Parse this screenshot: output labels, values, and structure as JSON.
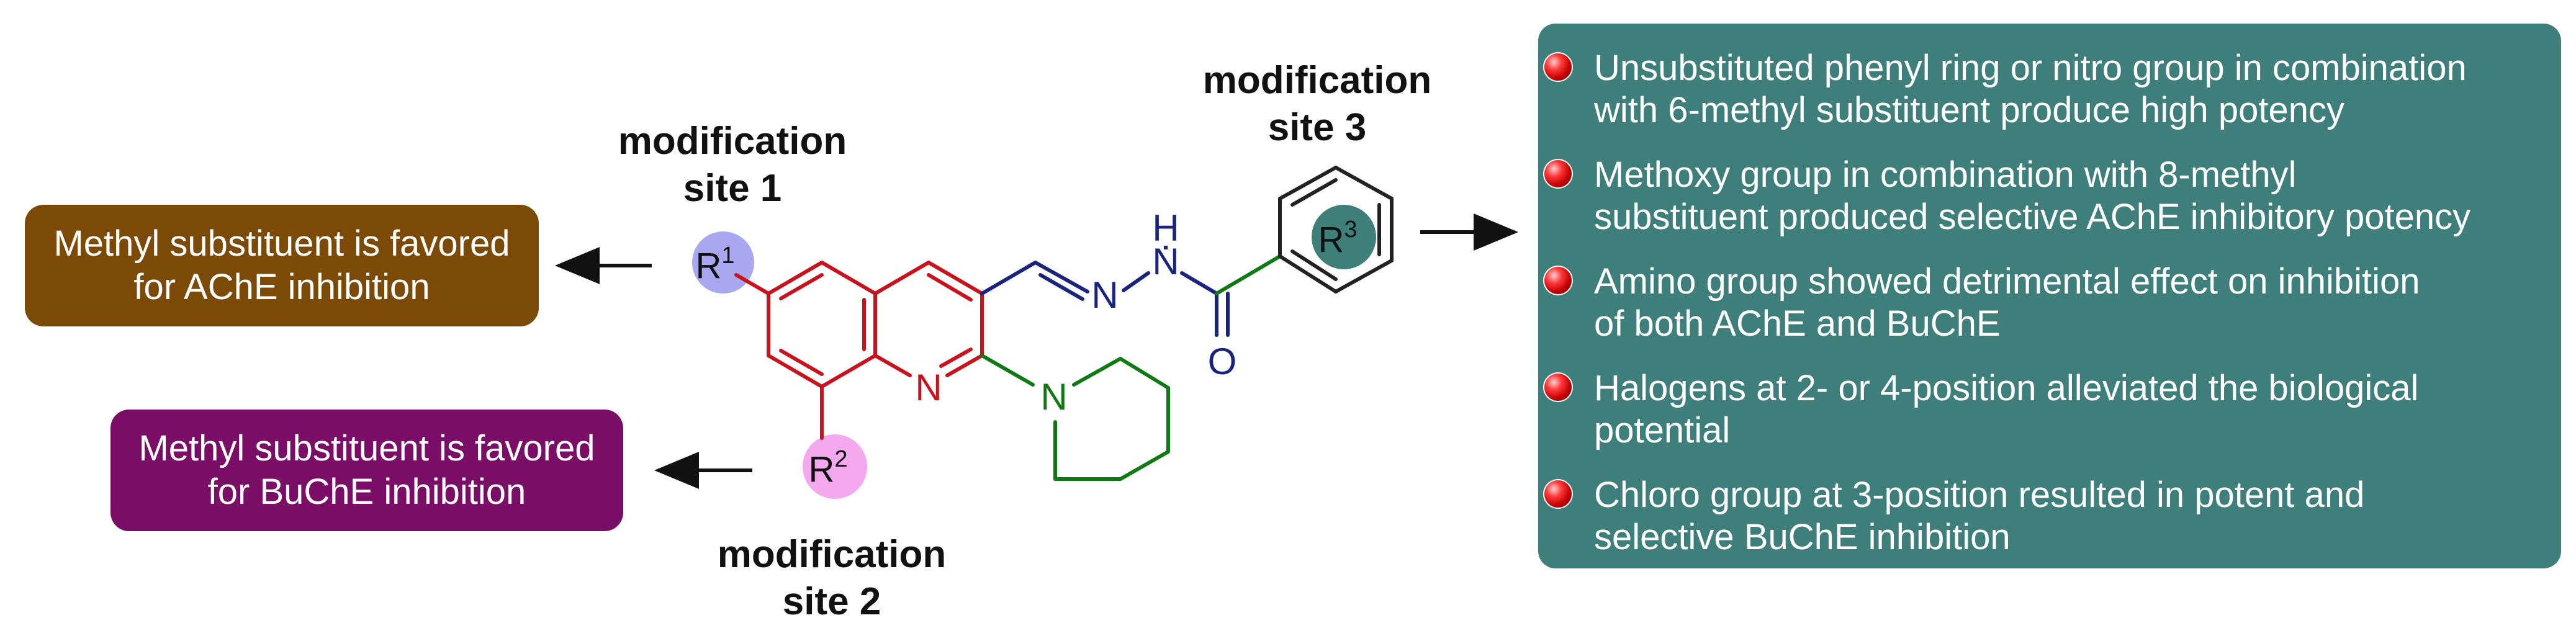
{
  "colors": {
    "brown_box": "#7a4a06",
    "purple_box": "#7a0e67",
    "teal_panel": "#3f7f7b",
    "quinoline_red": "#c8121e",
    "hydrazone_blue": "#1a237e",
    "piperidine_green": "#0f7a14",
    "benzoyl_dark": "#222222",
    "r1_circle": "#a9a7ef",
    "r2_circle": "#f4a8ee",
    "r3_circle": "#3e7f79"
  },
  "boxes": {
    "methyl_ache": {
      "line1": "Methyl substituent is favored",
      "line2": "for AChE inhibition"
    },
    "methyl_buche": {
      "line1": "Methyl substituent is favored",
      "line2": "for BuChE inhibition"
    }
  },
  "sites": {
    "site1": {
      "line1": "modification",
      "line2": "site 1"
    },
    "site2": {
      "line1": "modification",
      "line2": "site 2"
    },
    "site3": {
      "line1": "modification",
      "line2": "site 3"
    }
  },
  "molecule": {
    "r1": {
      "main": "R",
      "sup": "1"
    },
    "r2": {
      "main": "R",
      "sup": "2"
    },
    "r3": {
      "main": "R",
      "sup": "3"
    },
    "atom_n_ring": "N",
    "atom_n_imine": "N",
    "atom_n_amide": "N",
    "atom_h": "H",
    "atom_o": "O",
    "atom_n_pip": "N"
  },
  "findings": [
    {
      "line1": "Unsubstituted phenyl ring or nitro group in combination",
      "line2": "with 6-methyl substituent produce high potency"
    },
    {
      "line1": "Methoxy group in combination with 8-methyl",
      "line2": "substituent produced selective AChE inhibitory potency"
    },
    {
      "line1": "Amino group showed detrimental effect on inhibition",
      "line2": "of both AChE and BuChE"
    },
    {
      "line1": "Halogens at 2- or 4-position alleviated the biological",
      "line2": "potential"
    },
    {
      "line1": "Chloro group at 3-position resulted in potent and",
      "line2": " selective BuChE inhibition"
    }
  ]
}
